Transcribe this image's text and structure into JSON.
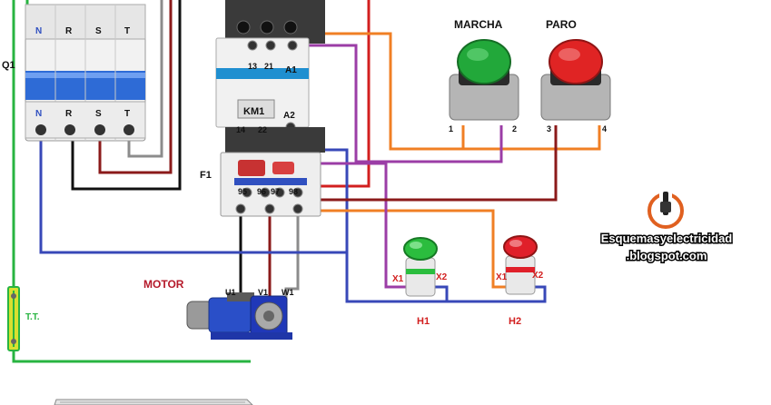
{
  "breaker": {
    "tag": "Q1",
    "top_terminals": [
      "N",
      "R",
      "S",
      "T"
    ],
    "bottom_terminals": [
      "N",
      "R",
      "S",
      "T"
    ]
  },
  "contactor": {
    "tag": "KM1",
    "terminals": [
      "13",
      "21",
      "A1",
      "14",
      "22",
      "A2"
    ]
  },
  "relay": {
    "tag": "F1",
    "terminals": [
      "95",
      "96",
      "97",
      "98"
    ]
  },
  "buttons": {
    "start": {
      "title": "MARCHA",
      "terminals": [
        "1",
        "2"
      ],
      "color": "#22a83a"
    },
    "stop": {
      "title": "PARO",
      "terminals": [
        "3",
        "4"
      ],
      "color": "#e02424"
    }
  },
  "lamps": {
    "h1": {
      "tag": "H1",
      "x1": "X1",
      "x2": "X2",
      "color": "#2bbd3e"
    },
    "h2": {
      "tag": "H2",
      "x1": "X1",
      "x2": "X2",
      "color": "#e0202a"
    }
  },
  "motor": {
    "title": "MOTOR",
    "terminals": [
      "U1",
      "V1",
      "W1"
    ]
  },
  "ground": {
    "label": "T.T."
  },
  "brand": {
    "line1": "Esquemasyelectricidad",
    "line2": ".blogspot.com"
  },
  "wire_colors": {
    "green": "#28b441",
    "black": "#111111",
    "gray": "#8c8c8c",
    "darkred": "#8b1a1a",
    "red": "#d21f1f",
    "blue": "#3848b8",
    "orange": "#f07f24",
    "purple": "#9b3da6"
  }
}
